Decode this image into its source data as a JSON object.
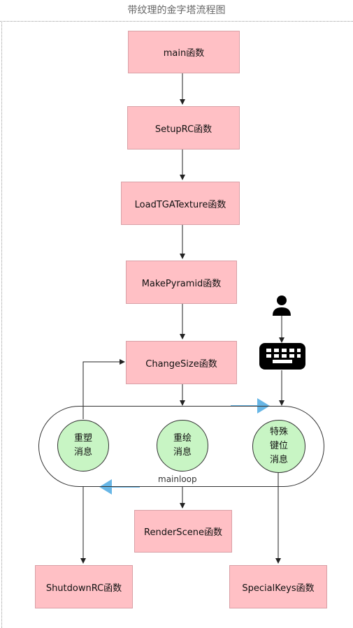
{
  "title": "带纹理的金字塔流程图",
  "boxes": {
    "main": "main函数",
    "setup_rc": "SetupRC函数",
    "load_tga": "LoadTGATexture函数",
    "make_pyramid": "MakePyramid函数",
    "change_size": "ChangeSize函数",
    "render_scene": "RenderScene函数",
    "shutdown_rc": "ShutdownRC函数",
    "special_keys": "SpecialKeys函数"
  },
  "circles": {
    "reshape": [
      "重塑",
      "消息"
    ],
    "redraw": [
      "重绘",
      "消息"
    ],
    "special_key": [
      "特殊",
      "键位",
      "消息"
    ]
  },
  "loop_label": "mainloop",
  "icons": {
    "user": "person-icon",
    "keyboard": "keyboard-icon"
  },
  "colors": {
    "box_fill": "#ffc0c5",
    "circle_fill": "#c8f5c4",
    "arrow_accent": "#67b6e6"
  }
}
